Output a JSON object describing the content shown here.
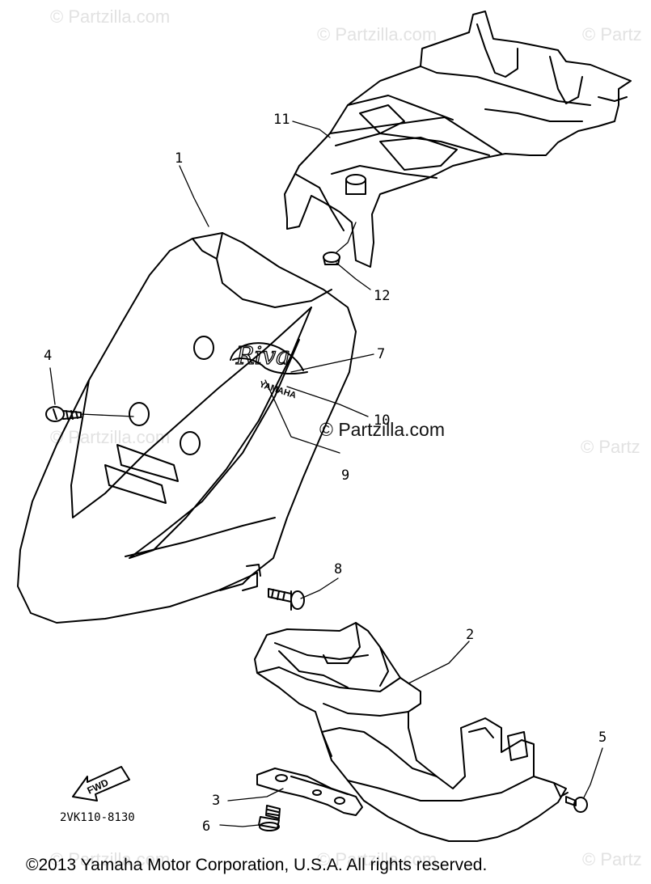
{
  "watermarks": [
    "© Partzilla.com",
    "© Partzilla.com",
    "© Partz",
    "© Partzilla.com",
    "© Partz",
    "© Partzilla.com",
    "© Partzilla.com",
    "© Partz"
  ],
  "watermark_main": "© Partzilla.com",
  "callouts": [
    "1",
    "11",
    "12",
    "4",
    "7",
    "10",
    "9",
    "8",
    "2",
    "5",
    "3",
    "6"
  ],
  "fwd_label": "FWD",
  "diagram_code": "2VK110-8130",
  "emblem_script": "Riva",
  "emblem_brand": "YAMAHA",
  "copyright": "©2013  Yamaha Motor Corporation, U.S.A. All rights reserved.",
  "colors": {
    "line": "#000000",
    "watermark": "#e2e2e2",
    "background": "#ffffff"
  }
}
